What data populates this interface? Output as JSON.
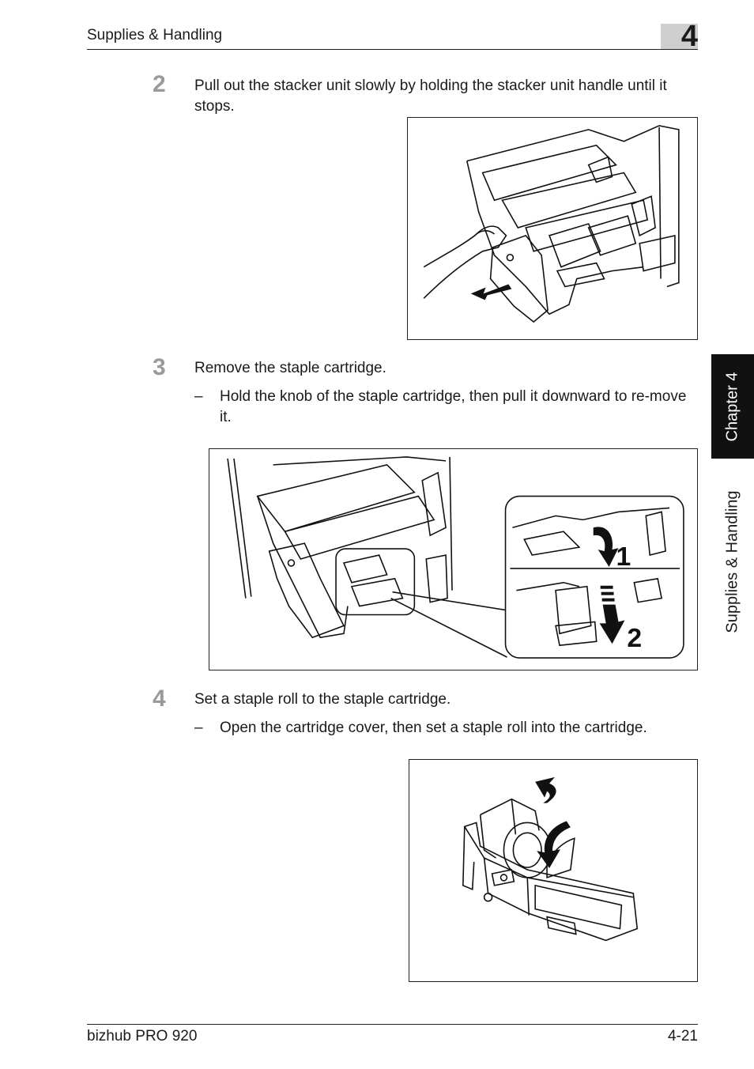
{
  "header": {
    "section_title": "Supplies & Handling",
    "chapter_number": "4"
  },
  "steps": [
    {
      "number": "2",
      "text": "Pull out the stacker unit slowly by holding the stacker unit handle until it stops."
    },
    {
      "number": "3",
      "text": "Remove the staple cartridge.",
      "sub": {
        "dash": "–",
        "text": "Hold the knob of the staple cartridge, then pull it downward to re-move it."
      }
    },
    {
      "number": "4",
      "text": "Set a staple roll to the staple cartridge.",
      "sub": {
        "dash": "–",
        "text": "Open the cartridge cover, then set a staple roll into the cartridge."
      }
    }
  ],
  "figures": {
    "fig2": {
      "icon": "stacker-unit-pull-illustration"
    },
    "fig3": {
      "icon": "staple-cartridge-removal-illustration",
      "callout_labels": [
        "1",
        "2"
      ]
    },
    "fig4": {
      "icon": "staple-roll-cartridge-illustration"
    }
  },
  "side_tab": {
    "chapter_label": "Chapter 4",
    "section_label": "Supplies & Handling"
  },
  "footer": {
    "product": "bizhub PRO 920",
    "page": "4-21"
  },
  "colors": {
    "step_number": "#9a9a9a",
    "chapter_box": "#cfcfcf",
    "side_tab": "#111111"
  }
}
